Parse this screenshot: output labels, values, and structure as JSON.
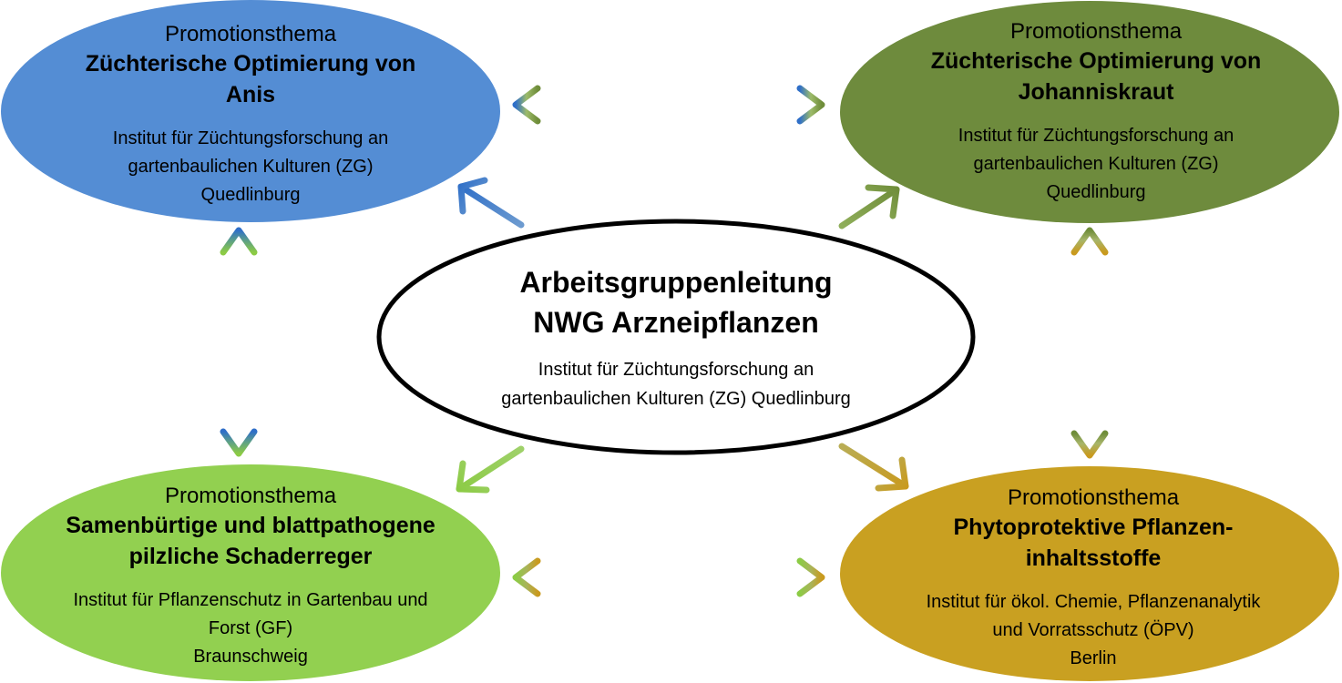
{
  "colors": {
    "blue": "#4a86d0",
    "olive": "#6f8d3a",
    "green": "#8ccb45",
    "gold": "#c99a1e",
    "center_stroke": "#000000"
  },
  "center": {
    "title_line1": "Arbeitsgruppenleitung",
    "title_line2": "NWG Arzneipflanzen",
    "inst_line1": "Institut für Züchtungsforschung an",
    "inst_line2": "gartenbaulichen Kulturen (ZG)  Quedlinburg"
  },
  "nodes": {
    "anis": {
      "label": "Promotionsthema",
      "title_line1": "Züchterische Optimierung von",
      "title_line2": "Anis",
      "inst_line1": "Institut für Züchtungsforschung an",
      "inst_line2": "gartenbaulichen Kulturen (ZG)",
      "inst_line3": "Quedlinburg"
    },
    "johanniskraut": {
      "label": "Promotionsthema",
      "title_line1": "Züchterische Optimierung von",
      "title_line2": "Johanniskraut",
      "inst_line1": "Institut für Züchtungsforschung an",
      "inst_line2": "gartenbaulichen Kulturen (ZG)",
      "inst_line3": "Quedlinburg"
    },
    "pilze": {
      "label": "Promotionsthema",
      "title_line1": "Samenbürtige und blattpathogene",
      "title_line2": "pilzliche Schaderreger",
      "inst_line1": "Institut für Pflanzenschutz in Gartenbau und",
      "inst_line2": "Forst (GF)",
      "inst_line3": "Braunschweig"
    },
    "inhaltsstoffe": {
      "label": "Promotionsthema",
      "title_line1": "Phytoprotektive Pflanzen-",
      "title_line2": "inhaltsstoffe",
      "inst_line1": "Institut für ökol. Chemie, Pflanzenanalytik",
      "inst_line2": "und Vorratsschutz (ÖPV)",
      "inst_line3": "Berlin"
    }
  }
}
